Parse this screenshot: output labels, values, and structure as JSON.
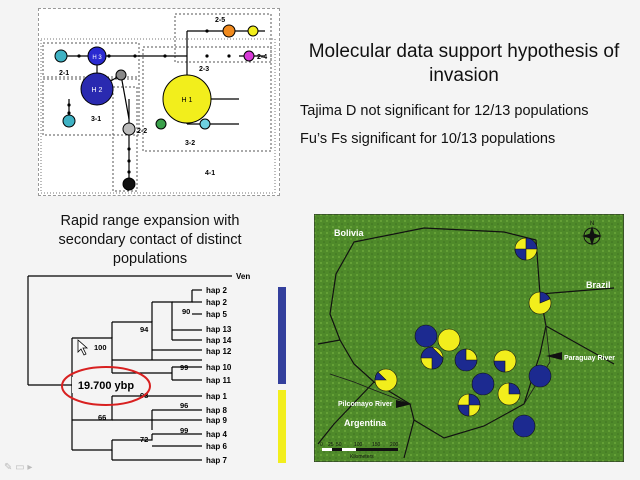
{
  "slide": {
    "title": "Molecular data support hypothesis of invasion",
    "bullets": [
      "Tajima D not significant for 12/13 populations",
      "Fu’s Fs significant for 10/13 populations"
    ],
    "subtitle": "Rapid range expansion with secondary contact of distinct populations"
  },
  "network": {
    "clade_labels": [
      "2-5",
      "2-1",
      "2-3",
      "2-4",
      "3-1",
      "2-2",
      "3-2",
      "4-1"
    ],
    "haplotypes": [
      "H 3",
      "H 2",
      "H 1"
    ]
  },
  "tree": {
    "tips": [
      "Ven",
      "hap 2",
      "hap 2",
      "hap 5",
      "hap 13",
      "hap 14",
      "hap 12",
      "hap 10",
      "hap 11",
      "hap 1",
      "hap 8",
      "hap 9",
      "hap 4",
      "hap 6",
      "hap 7"
    ],
    "support": [
      "90",
      "94",
      "100",
      "99",
      "98",
      "96",
      "99",
      "72",
      "66"
    ],
    "node_age": "19.700 ybp",
    "bar_colors": {
      "blue": "#333f9c",
      "yellow": "#f2ee1c"
    }
  },
  "map": {
    "labels": {
      "bolivia": "Bolivia",
      "brazil": "Brazil",
      "paraguay_river": "Paraguay River",
      "pilcomayo_river": "Pilcomayo River",
      "argentina": "Argentina"
    },
    "scale_ticks": [
      "0",
      "25",
      "50",
      "100",
      "150",
      "200"
    ],
    "scale_unit": "Kilometers",
    "compass": "N"
  }
}
